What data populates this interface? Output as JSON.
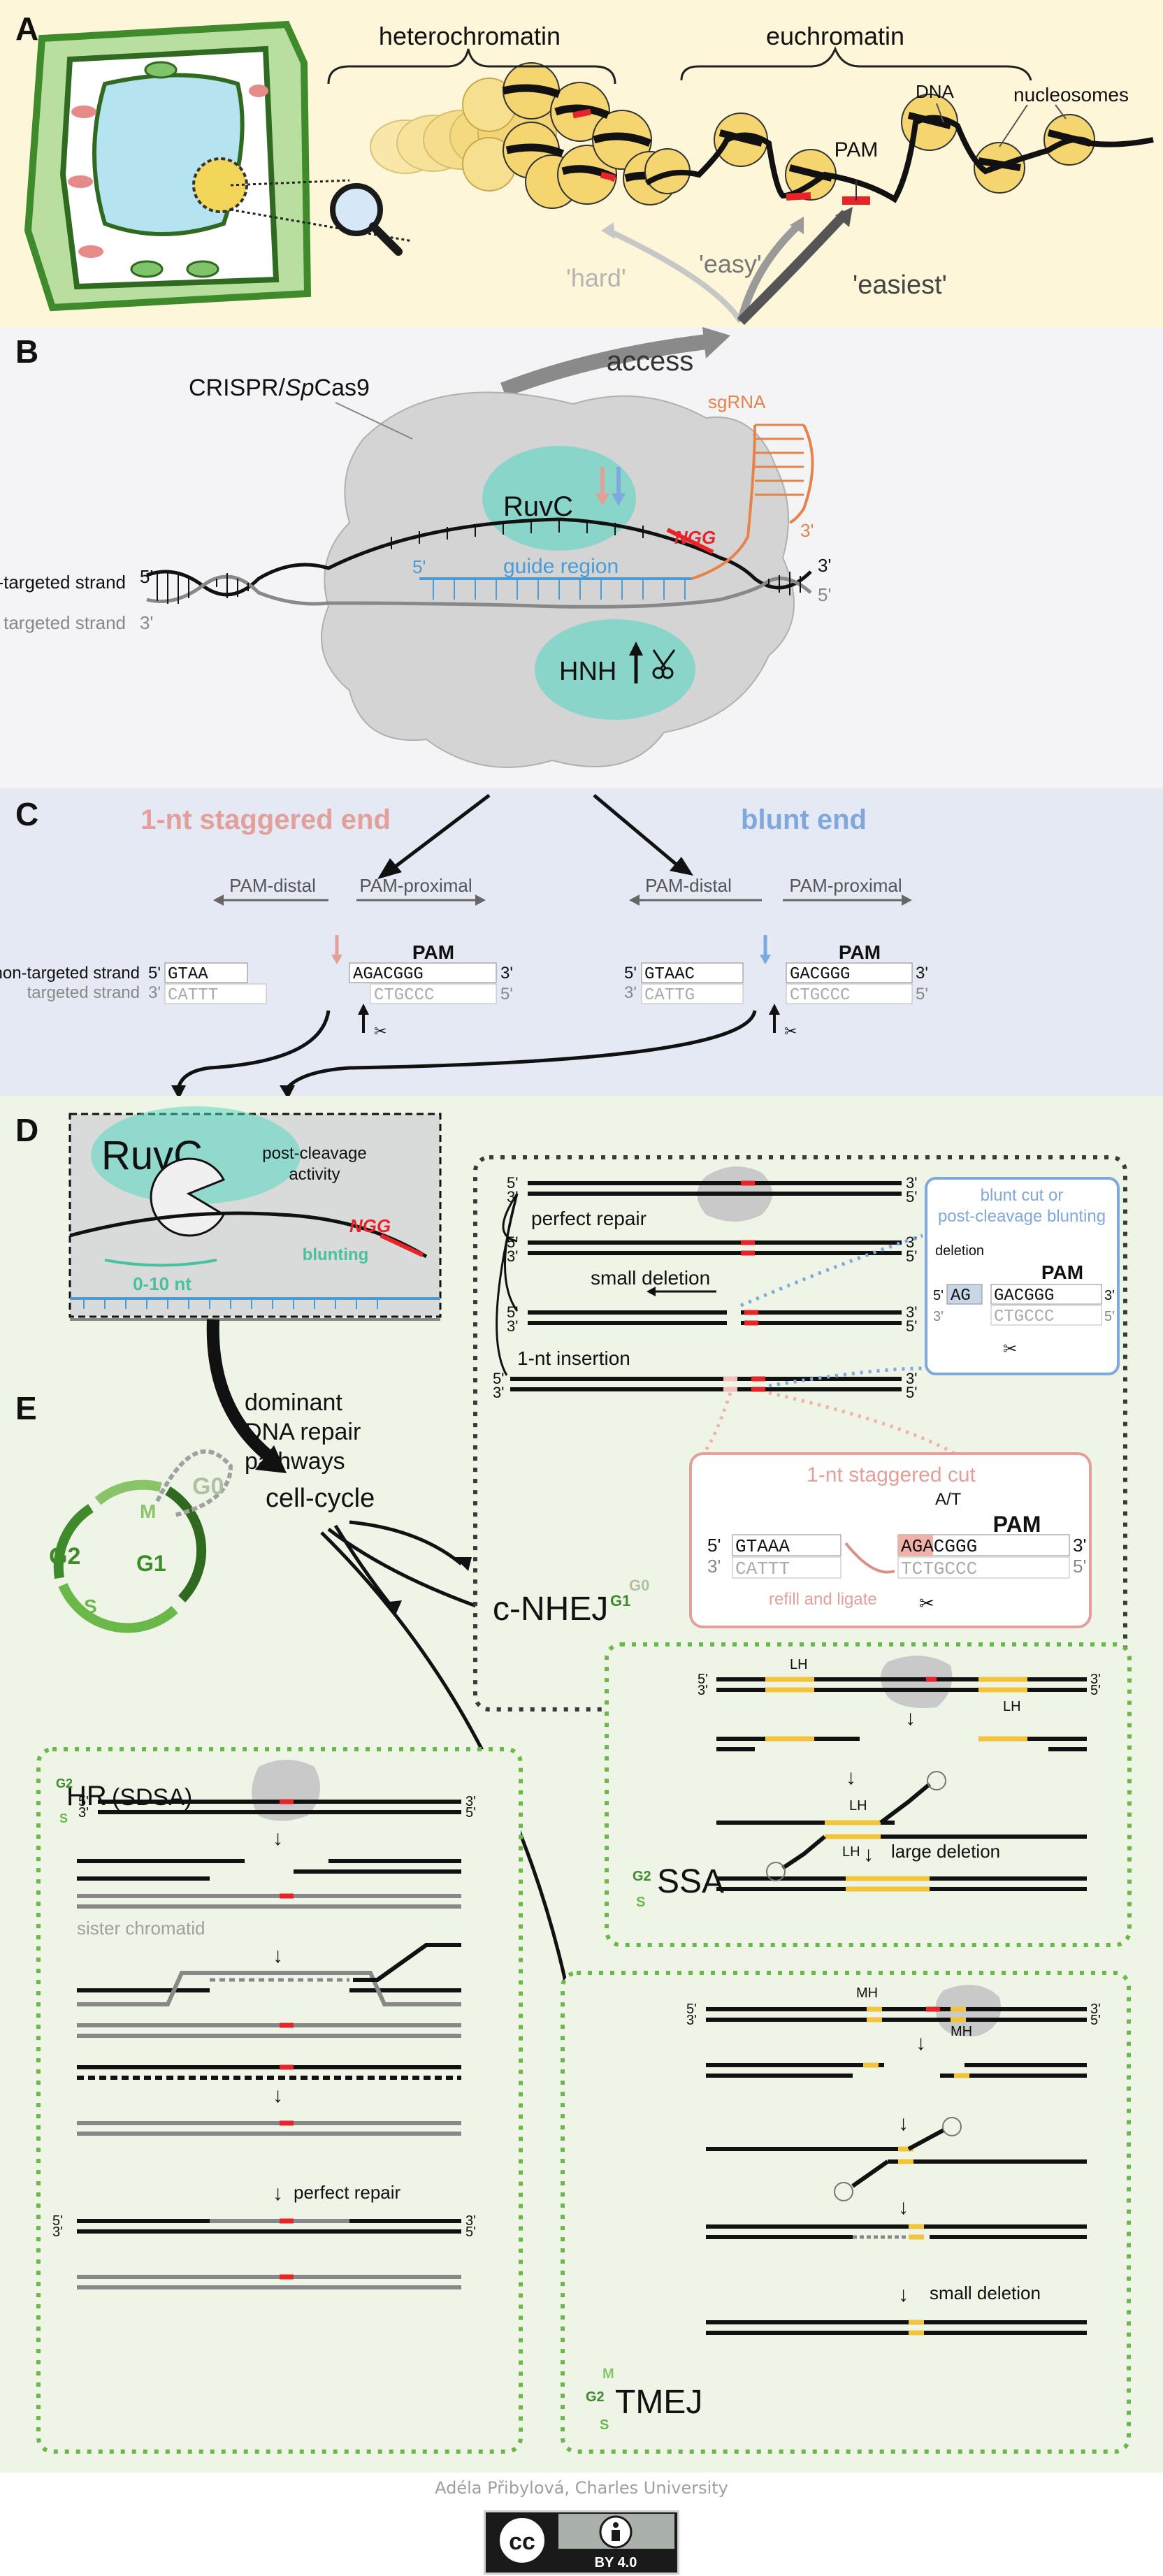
{
  "panels": {
    "a": "A",
    "b": "B",
    "c": "C",
    "d": "D",
    "e": "E"
  },
  "panel_a": {
    "heterochromatin": "heterochromatin",
    "euchromatin": "euchromatin",
    "dna": "DNA",
    "nucleosomes": "nucleosomes",
    "pam": "PAM",
    "hard": "'hard'",
    "easy": "'easy'",
    "easiest": "'easiest'"
  },
  "panel_b": {
    "access": "access",
    "cas9_prefix": "CRISPR/",
    "cas9_italic": "Sp",
    "cas9_suffix": "Cas9",
    "ruvc": "RuvC",
    "hnh": "HNH",
    "sgrna": "sgRNA",
    "ngg": "NGG",
    "guide_region": "guide region",
    "non_targeted": "non-targeted strand",
    "targeted": "targeted strand",
    "five_prime": "5'",
    "three_prime": "3'"
  },
  "panel_c": {
    "staggered_title": "1-nt staggered end",
    "blunt_title": "blunt end",
    "pam_distal": "PAM-distal",
    "pam_proximal": "PAM-proximal",
    "pam": "PAM",
    "non_targeted": "non-targeted strand",
    "targeted": "targeted strand",
    "five_prime": "5'",
    "three_prime": "3'",
    "left": {
      "top_left": "GTAA",
      "bottom_left": "CATTT",
      "top_right": "AGACGGG",
      "bottom_right": "CTGCCC"
    },
    "right": {
      "top_left": "GTAAC",
      "bottom_left": "CATTG",
      "top_right": "GACGGG",
      "bottom_right": "CTGCCC"
    }
  },
  "panel_d": {
    "ruvc": "RuvC",
    "post_cleavage_1": "post-cleavage",
    "post_cleavage_2": "activity",
    "nt_range": "0-10 nt",
    "blunting": "blunting",
    "ngg": "NGG"
  },
  "panel_e": {
    "dominant_1": "dominant",
    "dominant_2": "DNA repair",
    "dominant_3": "pathways",
    "cell_cycle": "cell-cycle",
    "phase_g0": "G0",
    "phase_g1": "G1",
    "phase_g2": "G2",
    "phase_m": "M",
    "phase_s": "S",
    "five_prime": "5'",
    "three_prime": "3'",
    "nhej": {
      "title": "c-NHEJ",
      "perfect_repair": "perfect repair",
      "small_deletion": "small deletion",
      "insertion": "1-nt insertion",
      "blunt_box_1": "blunt cut or",
      "blunt_box_2": "post-cleavage blunting",
      "deletion": "deletion",
      "pam": "PAM",
      "blunt_seq_left": "AG",
      "blunt_seq_right": "GACGGG",
      "blunt_seq_bottom": "CTGCCC",
      "staggered_title": "1-nt staggered cut",
      "at": "A/T",
      "stag_top_left": "GTAAA",
      "stag_top_right": "AGACGGG",
      "stag_bottom_left": "CATTT",
      "stag_bottom_right": "TCTGCCC",
      "refill": "refill and ligate"
    },
    "hr": {
      "title": "HR",
      "subtitle": "(SDSA)",
      "sister": "sister chromatid",
      "perfect_repair": "perfect repair"
    },
    "ssa": {
      "title": "SSA",
      "lh": "LH",
      "large_deletion": "large deletion"
    },
    "tmej": {
      "title": "TMEJ",
      "mh": "MH",
      "small_deletion": "small deletion"
    }
  },
  "footer": {
    "credit": "Adéla Přibylová, Charles University",
    "license": "BY 4.0",
    "cc": "cc"
  },
  "colors": {
    "panel_a_bg": "#fdf6d8",
    "panel_b_bg": "#f4f4f6",
    "panel_c_bg": "#e4e9f4",
    "panel_de_bg": "#eef5e6",
    "staggered": "#e3a09a",
    "blunt": "#7fa8dc",
    "pam_red": "#e8242a",
    "cas9_cyan": "#4ad6c0",
    "sgrna_orange": "#e5834a",
    "guide_blue": "#4a9cd6",
    "homology_yellow": "#f3c43a",
    "green_cycle": "#5aa83a"
  }
}
